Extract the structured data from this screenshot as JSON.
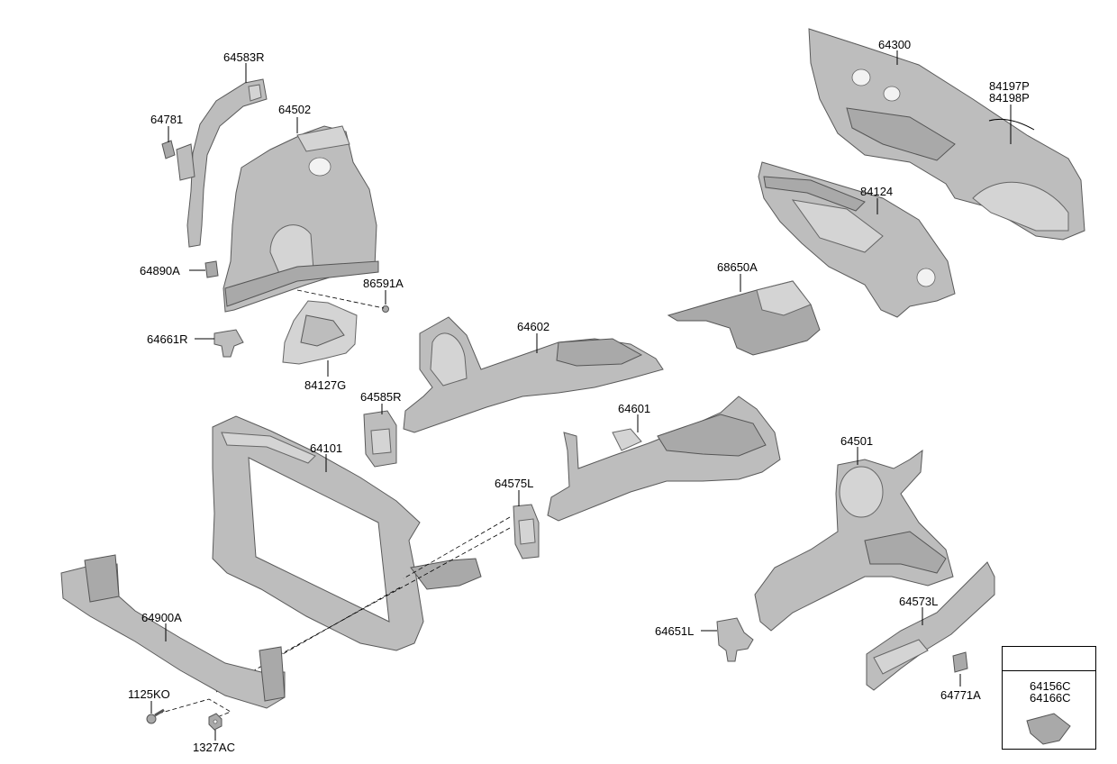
{
  "labels": {
    "p64583R": "64583R",
    "p64781": "64781",
    "p64502": "64502",
    "p64890A": "64890A",
    "p86591A": "86591A",
    "p64661R": "64661R",
    "p84127G": "84127G",
    "p64300": "64300",
    "p84197P": "84197P",
    "p84198P": "84198P",
    "p84124": "84124",
    "p68650A": "68650A",
    "p64602": "64602",
    "p64585R": "64585R",
    "p64101": "64101",
    "p64601": "64601",
    "p64575L": "64575L",
    "p64501": "64501",
    "p64900A": "64900A",
    "p64651L": "64651L",
    "p64573L": "64573L",
    "p64771A": "64771A",
    "p1125KO": "1125KO",
    "p1327AC": "1327AC"
  },
  "inset": {
    "line1": "64156C",
    "line2": "64166C"
  }
}
